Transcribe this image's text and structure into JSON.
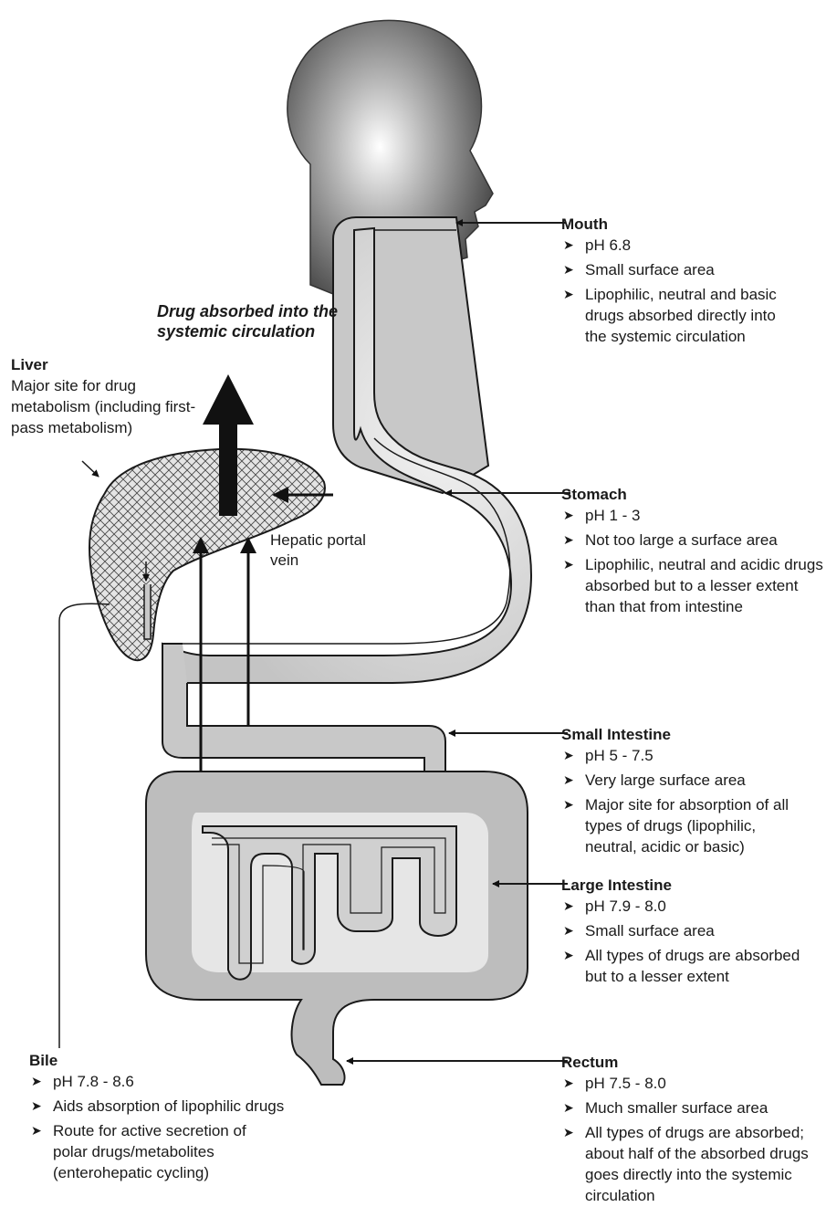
{
  "labels": {
    "absorbed": "Drug absorbed into the systemic circulation",
    "portal_vein": "Hepatic portal vein",
    "liver": {
      "title": "Liver",
      "desc": "Major site for drug metabolism (including first-pass metabolism)"
    },
    "mouth": {
      "title": "Mouth",
      "bullets": [
        "pH 6.8",
        "Small surface area",
        "Lipophilic, neutral and basic drugs absorbed directly into the systemic circulation"
      ]
    },
    "stomach": {
      "title": "Stomach",
      "bullets": [
        "pH 1 - 3",
        "Not too large a surface area",
        "Lipophilic, neutral and acidic drugs absorbed but to a lesser extent than that from intestine"
      ]
    },
    "small_intestine": {
      "title": "Small Intestine",
      "bullets": [
        "pH 5 - 7.5",
        "Very large surface area",
        "Major site for absorption of all types of drugs (lipophilic, neutral, acidic or basic)"
      ]
    },
    "large_intestine": {
      "title": "Large Intestine",
      "bullets": [
        "pH 7.9 - 8.0",
        "Small surface area",
        "All types of drugs are absorbed but to a lesser extent"
      ]
    },
    "rectum": {
      "title": "Rectum",
      "bullets": [
        "pH 7.5 - 8.0",
        "Much smaller surface area",
        "All types of drugs are absorbed; about half of the absorbed drugs goes directly into the systemic circulation"
      ]
    },
    "bile": {
      "title": "Bile",
      "bullets": [
        "pH 7.8 - 8.6",
        "Aids absorption of lipophilic drugs",
        "Route for active secretion of polar drugs/metabolites (enterohepatic cycling)"
      ]
    }
  },
  "colors": {
    "tract_fill": "#c8c8c8",
    "tract_dark": "#9a9a9a",
    "outline": "#1a1a1a",
    "arrow": "#111111"
  }
}
